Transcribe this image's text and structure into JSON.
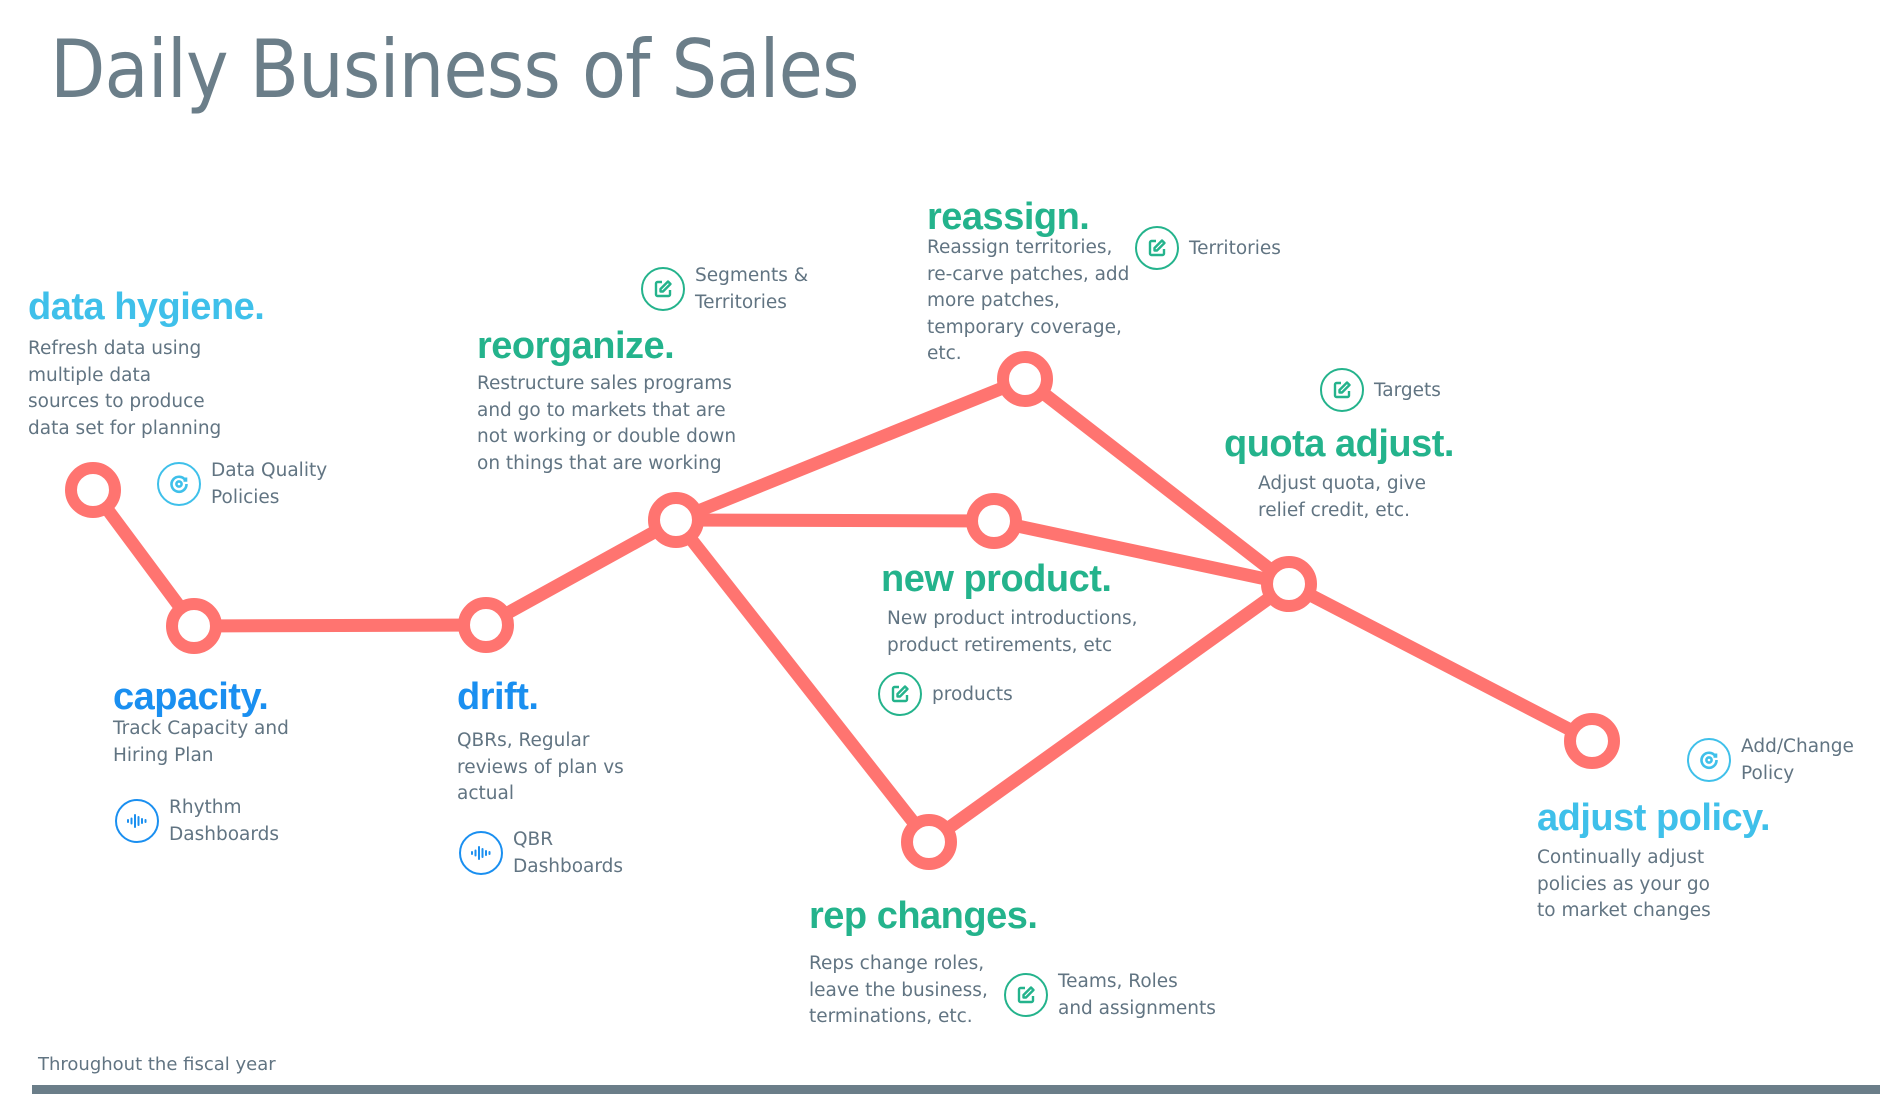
{
  "title": "Daily Business of Sales",
  "footer": {
    "timeline_label": "Throughout the fiscal year"
  },
  "colors": {
    "path": "#ff7470",
    "title": "#6b7e89",
    "body_text": "#617482",
    "light_blue": "#3fc0ea",
    "blue": "#1a8ff0",
    "green": "#24b38c",
    "footer_bar": "#6b7e89"
  },
  "stages": [
    {
      "id": "data-hygiene",
      "heading": "data hygiene.",
      "color": "light-blue",
      "description": "Refresh data using\nmultiple data\nsources to produce\ndata set for planning",
      "tool": {
        "icon": "refresh-target-icon",
        "label": "Data Quality\nPolicies"
      }
    },
    {
      "id": "capacity",
      "heading": "capacity.",
      "color": "blue",
      "description": "Track Capacity and\nHiring Plan",
      "tool": {
        "icon": "waveform-icon",
        "label": "Rhythm\nDashboards"
      }
    },
    {
      "id": "drift",
      "heading": "drift.",
      "color": "blue",
      "description": "QBRs, Regular\nreviews of plan vs\nactual",
      "tool": {
        "icon": "waveform-icon",
        "label": "QBR\nDashboards"
      }
    },
    {
      "id": "reorganize",
      "heading": "reorganize.",
      "color": "green",
      "description": "Restructure sales programs\nand go to markets that are\nnot working or double down\non things that are working",
      "tool": {
        "icon": "edit-icon",
        "label": "Segments &\nTerritories"
      }
    },
    {
      "id": "reassign",
      "heading": "reassign.",
      "color": "green",
      "description": "Reassign territories,\nre-carve patches, add\nmore patches,\ntemporary coverage,\netc.",
      "tool": {
        "icon": "edit-icon",
        "label": "Territories"
      }
    },
    {
      "id": "new-product",
      "heading": "new product.",
      "color": "green",
      "description": "New product introductions,\nproduct retirements, etc",
      "tool": {
        "icon": "edit-icon",
        "label": "products"
      }
    },
    {
      "id": "rep-changes",
      "heading": "rep changes.",
      "color": "green",
      "description": "Reps change roles,\nleave the business,\nterminations, etc.",
      "tool": {
        "icon": "edit-icon",
        "label": "Teams, Roles\nand assignments"
      }
    },
    {
      "id": "quota-adjust",
      "heading": "quota adjust.",
      "color": "green",
      "description": "Adjust quota, give\nrelief credit, etc.",
      "tool": {
        "icon": "edit-icon",
        "label": "Targets"
      }
    },
    {
      "id": "adjust-policy",
      "heading": "adjust policy.",
      "color": "light-blue",
      "description": "Continually adjust\npolicies as your go\nto market changes",
      "tool": {
        "icon": "refresh-target-icon",
        "label": "Add/Change\nPolicy"
      }
    }
  ],
  "network": {
    "nodes": [
      "data-hygiene",
      "capacity",
      "drift",
      "reorganize",
      "reassign",
      "new-product",
      "rep-changes",
      "quota-adjust",
      "adjust-policy"
    ],
    "edges": [
      [
        "data-hygiene",
        "capacity"
      ],
      [
        "capacity",
        "drift"
      ],
      [
        "drift",
        "reorganize"
      ],
      [
        "reorganize",
        "reassign"
      ],
      [
        "reorganize",
        "new-product"
      ],
      [
        "reorganize",
        "rep-changes"
      ],
      [
        "reassign",
        "quota-adjust"
      ],
      [
        "new-product",
        "quota-adjust"
      ],
      [
        "rep-changes",
        "quota-adjust"
      ],
      [
        "quota-adjust",
        "adjust-policy"
      ]
    ]
  }
}
